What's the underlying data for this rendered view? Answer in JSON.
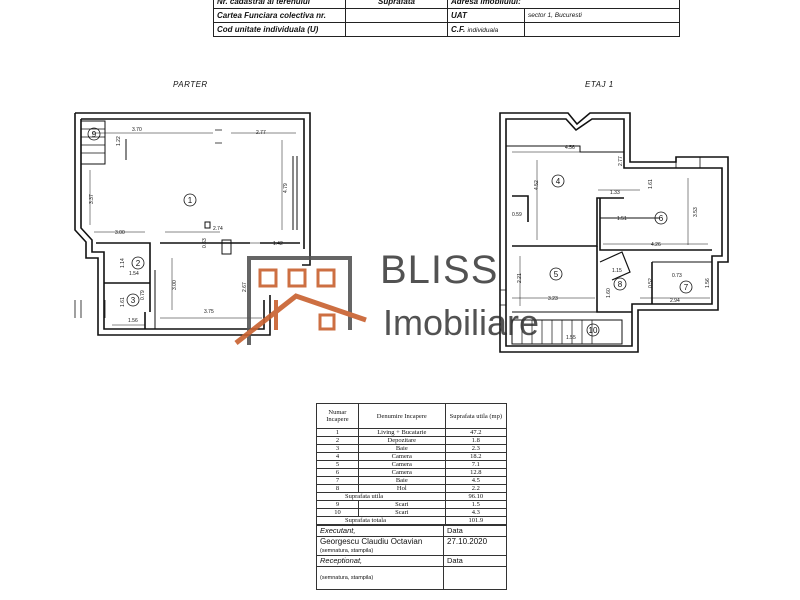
{
  "header": {
    "r1c1": "Nr. cadastral al terenului",
    "r1c2": "Suprafata",
    "r1c3": "Adresa imobilului:",
    "r2c1": "Cartea Funciara colectiva nr.",
    "r2c3": "UAT",
    "r2c4": "sector 1, Bucuresti",
    "r3c1": "Cod unitate individuala (U)",
    "r3c3": "C.F.",
    "r3c3b": "individuala"
  },
  "plans": {
    "parter_label": "PARTER",
    "etaj_label": "ETAJ 1",
    "parter_dims": [
      "3.70",
      "2.77",
      "3.37",
      "4.79",
      "3.00",
      "2.74",
      "0.63",
      "1.42",
      "1.14",
      "1.54",
      "3.00",
      "2.67",
      "3.75",
      "1.56",
      "1.61",
      "0.79",
      "1.22"
    ],
    "etaj_dims": [
      "4.56",
      "2.77",
      "4.52",
      "1.33",
      "1.61",
      "0.59",
      "1.51",
      "3.53",
      "4.26",
      "2.21",
      "1.15",
      "3.23",
      "1.60",
      "0.73",
      "2.94",
      "1.56",
      "0.52",
      "1.55"
    ],
    "parter_rooms": [
      "1",
      "2",
      "3",
      "9"
    ],
    "etaj_rooms": [
      "4",
      "5",
      "6",
      "7",
      "8",
      "10"
    ]
  },
  "brand": {
    "name_top": "BLISS",
    "name_bottom": "Imobiliare",
    "color": "#c8602e"
  },
  "room_table": {
    "headers": [
      "Numar Incapere",
      "Denumire Incapere",
      "Suprafata utila (mp)"
    ],
    "rows": [
      [
        "1",
        "Living + Bucatarie",
        "47.2"
      ],
      [
        "2",
        "Depozitare",
        "1.8"
      ],
      [
        "3",
        "Baie",
        "2.3"
      ],
      [
        "4",
        "Camera",
        "18.2"
      ],
      [
        "5",
        "Camera",
        "7.1"
      ],
      [
        "6",
        "Camera",
        "12.8"
      ],
      [
        "7",
        "Baie",
        "4.5"
      ],
      [
        "8",
        "Hol",
        "2.2"
      ]
    ],
    "suprafata_utila_label": "Suprafata utila",
    "suprafata_utila": "96.10",
    "rows2": [
      [
        "9",
        "Scari",
        "1.5"
      ],
      [
        "10",
        "Scari",
        "4.3"
      ]
    ],
    "suprafata_totala_label": "Suprafata totala",
    "suprafata_totala": "101.9"
  },
  "signatures": {
    "executant_label": "Executant,",
    "data_label": "Data",
    "executant_name": "Georgescu Claudiu Octavian",
    "executant_date": "27.10.2020",
    "stampila": "(semnatura, stampila)",
    "receptionat_label": "Receptionat,",
    "data_label2": "Data",
    "stampila2": "(semnatura, stampila)"
  }
}
